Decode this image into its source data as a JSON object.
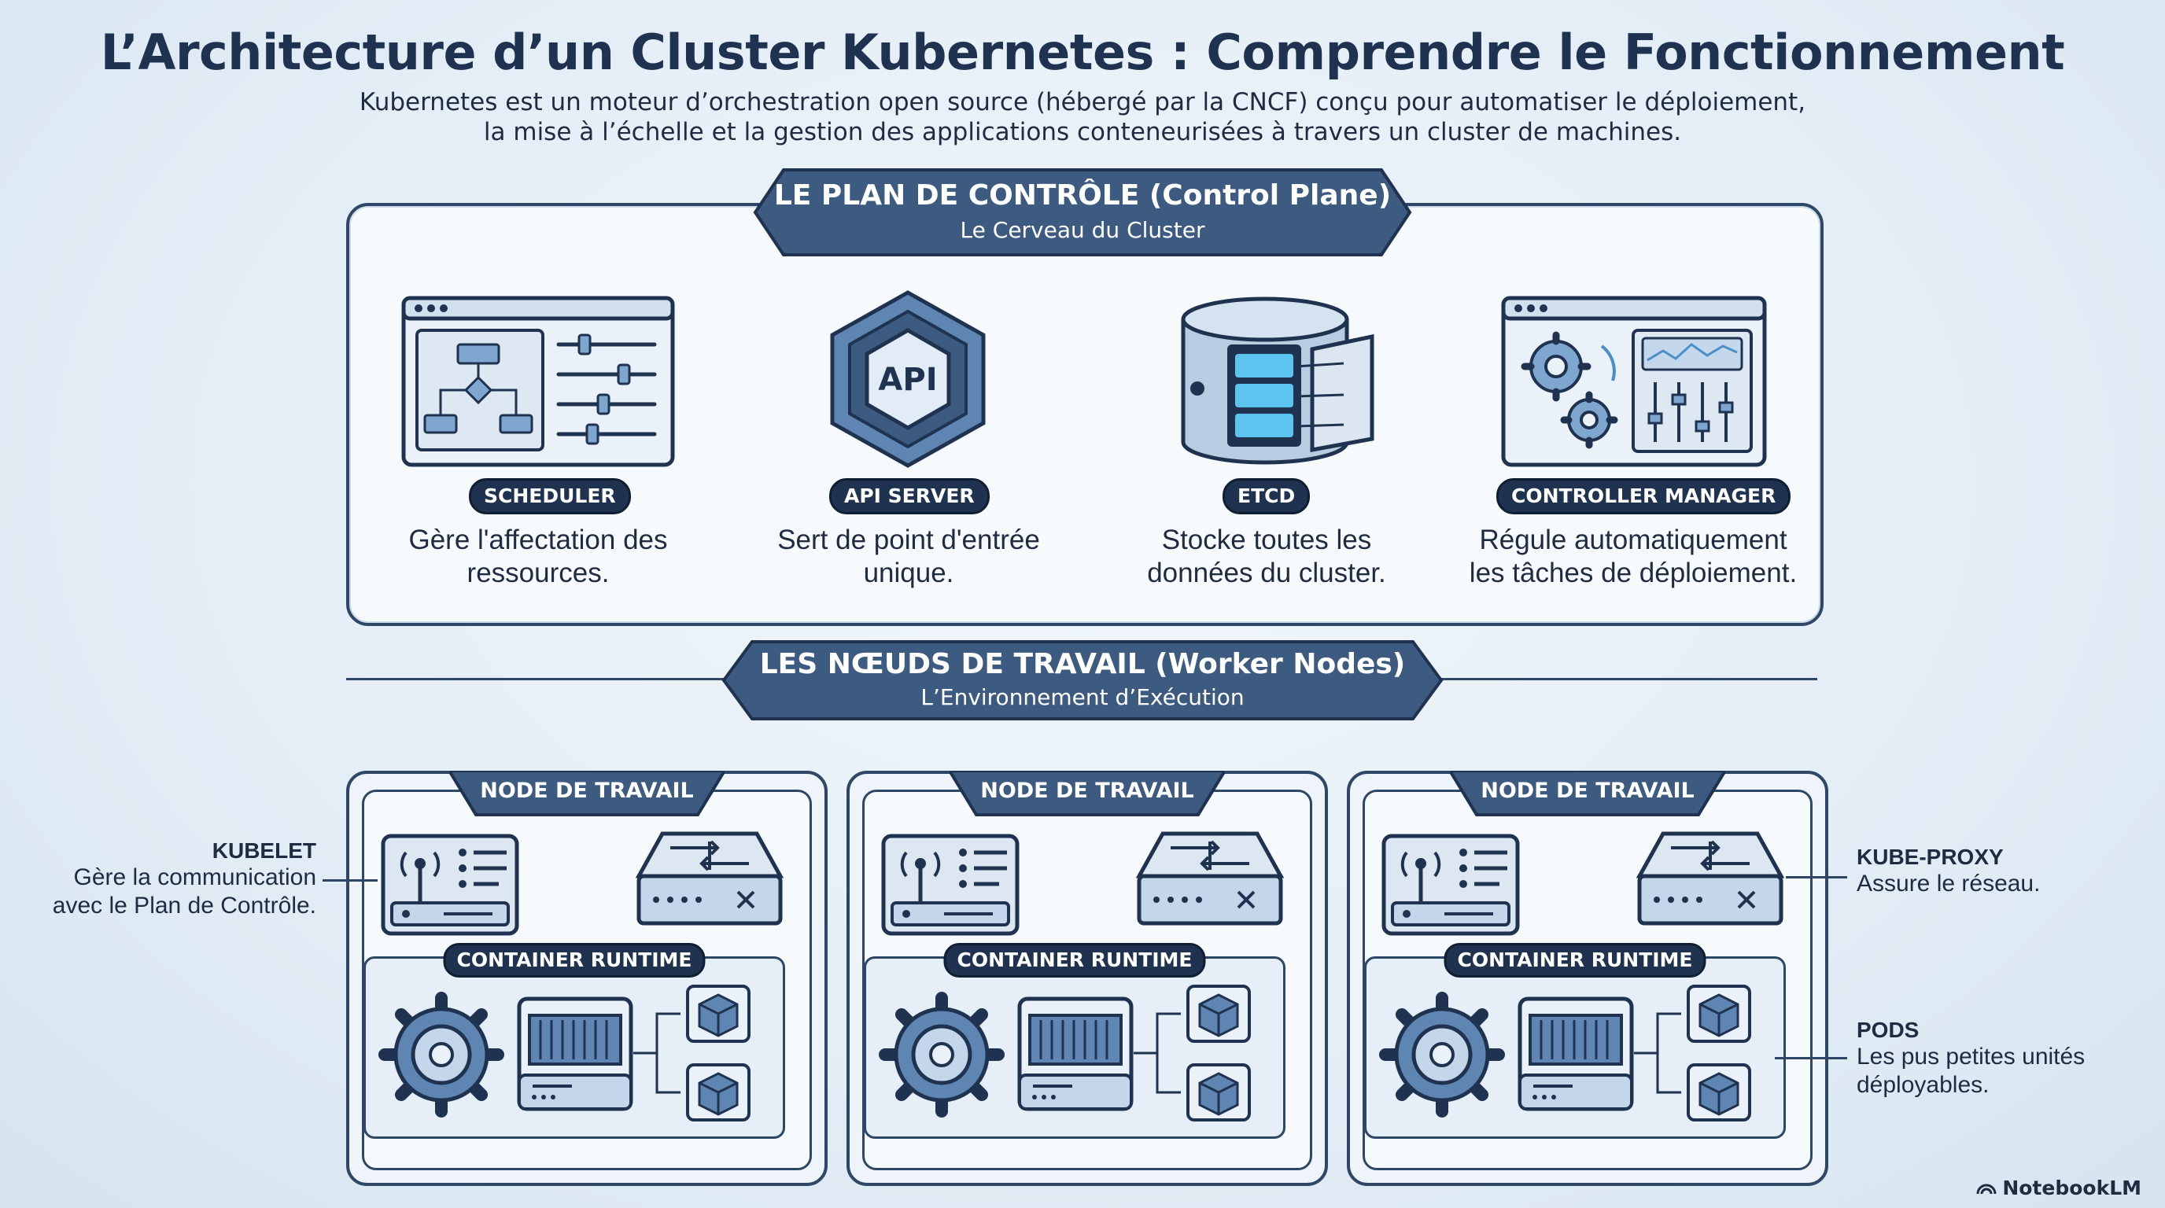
{
  "title": "L’Architecture d’un Cluster Kubernetes : Comprendre le Fonctionnement",
  "subtitle_line1": "Kubernetes est un moteur d’orchestration open source (hébergé par la CNCF) conçu pour automatiser le déploiement,",
  "subtitle_line2": "la mise à l’échelle et la gestion des applications conteneurisées à travers un cluster de machines.",
  "control_plane": {
    "title": "LE PLAN DE CONTRÔLE (Control Plane)",
    "subtitle": "Le Cerveau du Cluster",
    "components": [
      {
        "label": "SCHEDULER",
        "desc1": "Gère l'affectation des",
        "desc2": "ressources.",
        "icon": "scheduler-window-icon"
      },
      {
        "label": "API SERVER",
        "desc1": "Sert de point d'entrée",
        "desc2": "unique.",
        "icon": "api-hexagon-icon",
        "icon_text": "API"
      },
      {
        "label": "ETCD",
        "desc1": "Stocke toutes les",
        "desc2": "données du cluster.",
        "icon": "database-cylinder-icon"
      },
      {
        "label": "CONTROLLER MANAGER",
        "desc1": "Régule automatiquement",
        "desc2": "les tâches de déploiement.",
        "icon": "gears-dashboard-icon"
      }
    ]
  },
  "workers": {
    "title": "LES NŒUDS DE TRAVAIL (Worker Nodes)",
    "subtitle": "L’Environnement d’Exécution",
    "nodes": [
      {
        "tab": "NODE DE TRAVAIL",
        "runtime": "CONTAINER RUNTIME"
      },
      {
        "tab": "NODE DE TRAVAIL",
        "runtime": "CONTAINER RUNTIME"
      },
      {
        "tab": "NODE DE TRAVAIL",
        "runtime": "CONTAINER RUNTIME"
      }
    ]
  },
  "annotations": {
    "kubelet": {
      "title": "KUBELET",
      "desc1": "Gère la communication",
      "desc2": "avec le Plan de Contrôle."
    },
    "kube_proxy": {
      "title": "KUBE-PROXY",
      "desc1": "Assure le réseau."
    },
    "pods": {
      "title": "PODS",
      "desc1": "Les pus petites unités",
      "desc2": "déployables."
    }
  },
  "brand": "NotebookLM",
  "colors": {
    "navy": "#1f3350",
    "banner": "#3d5a80",
    "panel_border": "#2f4766",
    "accent_blue": "#4a90c8"
  }
}
